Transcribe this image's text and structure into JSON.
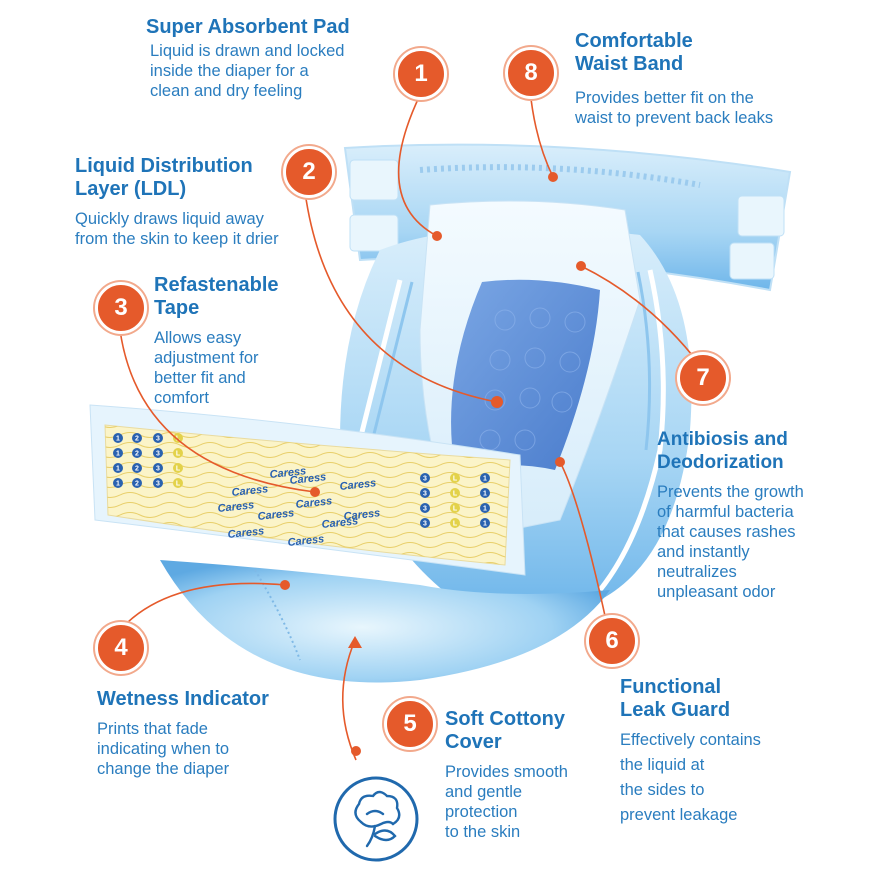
{
  "features": [
    {
      "number": "1",
      "title": "Super Absorbent Pad",
      "desc": "Liquid is drawn and locked\ninside the diaper for a\nclean and dry feeling"
    },
    {
      "number": "2",
      "title": "Liquid Distribution\nLayer (LDL)",
      "desc": "Quickly draws liquid away\nfrom the skin to keep it drier"
    },
    {
      "number": "3",
      "title": "Refastenable\nTape",
      "desc": "Allows easy\nadjustment for\nbetter fit and\ncomfort"
    },
    {
      "number": "4",
      "title": "Wetness Indicator",
      "desc": "Prints that fade\nindicating when to\nchange the diaper"
    },
    {
      "number": "5",
      "title": "Soft Cottony\nCover",
      "desc": "Provides smooth\nand gentle\nprotection\nto the skin"
    },
    {
      "number": "6",
      "title": "Functional\nLeak Guard",
      "desc": "Effectively contains\nthe liquid at\nthe sides to\nprevent leakage"
    },
    {
      "number": "7",
      "title": "Antibiosis and\nDeodorization",
      "desc": "Prevents the growth\nof harmful bacteria\nthat causes rashes\nand instantly\nneutralizes\nunpleasant odor"
    },
    {
      "number": "8",
      "title": "Comfortable\nWaist Band",
      "desc": "Provides better fit on the\nwaist to prevent back leaks"
    }
  ],
  "tape": {
    "brand": "Caress",
    "size_marks": [
      "1",
      "2",
      "3",
      "L",
      "L"
    ]
  },
  "colors": {
    "title": "#1f74b8",
    "text": "#2a7dbf",
    "badge": "#e55a2b",
    "diaper_light": "#cfe9fa",
    "diaper_mid": "#8fc8f0",
    "pad": "#5b8fd8",
    "tape": "#fbf4c8"
  },
  "icons": {
    "cotton": "cotton-flower-icon"
  }
}
